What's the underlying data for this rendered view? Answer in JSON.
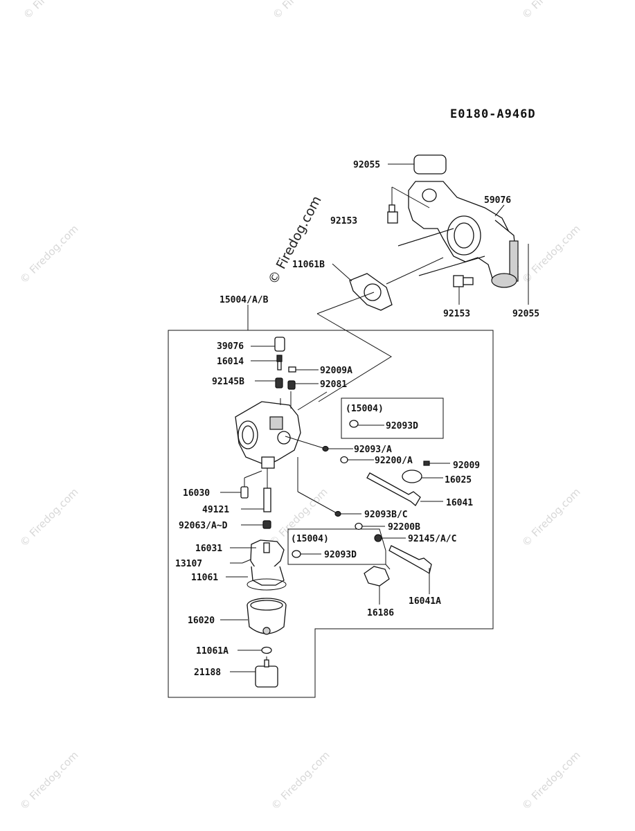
{
  "diagram_code": "E0180-A946D",
  "watermark_text": "© Firedog.com",
  "labels": {
    "l92055a": "92055",
    "l59076": "59076",
    "l92153a": "92153",
    "l11061b": "11061B",
    "l92153b": "92153",
    "l92055b": "92055",
    "l15004ab": "15004/A/B",
    "l39076": "39076",
    "l16014": "16014",
    "l92009a": "92009A",
    "l92145b": "92145B",
    "l92081": "92081",
    "l15004box1": "(15004)",
    "l92093d1": "92093D",
    "l92093a": "92093/A",
    "l92200a": "92200/A",
    "l92009": "92009",
    "l16025": "16025",
    "l16030": "16030",
    "l16041": "16041",
    "l49121": "49121",
    "l92063": "92063/A~D",
    "l92093bc": "92093B/C",
    "l92200b": "92200B",
    "l16031": "16031",
    "l15004box2": "(15004)",
    "l92145ac": "92145/A/C",
    "l13107": "13107",
    "l92093d2": "92093D",
    "l11061": "11061",
    "l16041a": "16041A",
    "l16186": "16186",
    "l16020": "16020",
    "l11061a": "11061A",
    "l21188": "21188"
  }
}
